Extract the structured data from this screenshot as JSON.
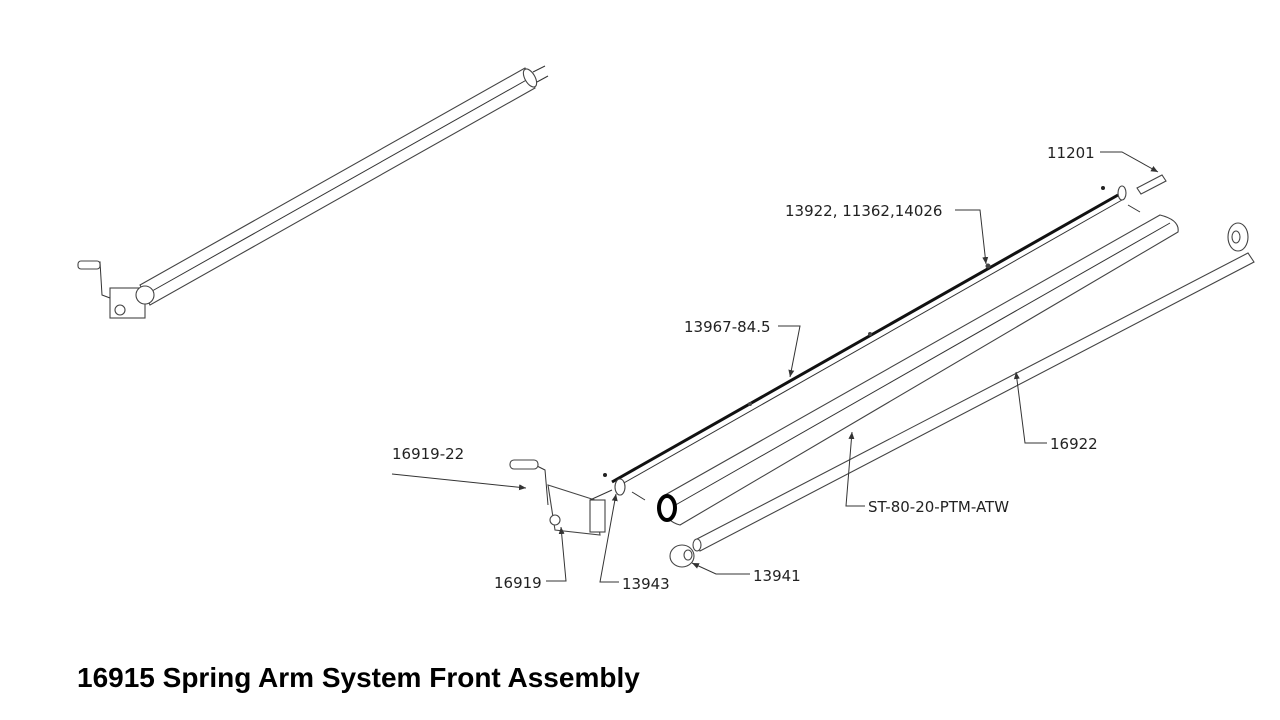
{
  "title": "16915 Spring Arm System Front Assembly",
  "callouts": {
    "pin": "11201",
    "rod_hardware": "13922, 11362,14026",
    "rod": "13967-84.5",
    "tube": "16922",
    "roller": "ST-80-20-PTM-ATW",
    "crank": "16919-22",
    "bracket": "16919",
    "end_plug_left": "13943",
    "hub": "13941"
  }
}
